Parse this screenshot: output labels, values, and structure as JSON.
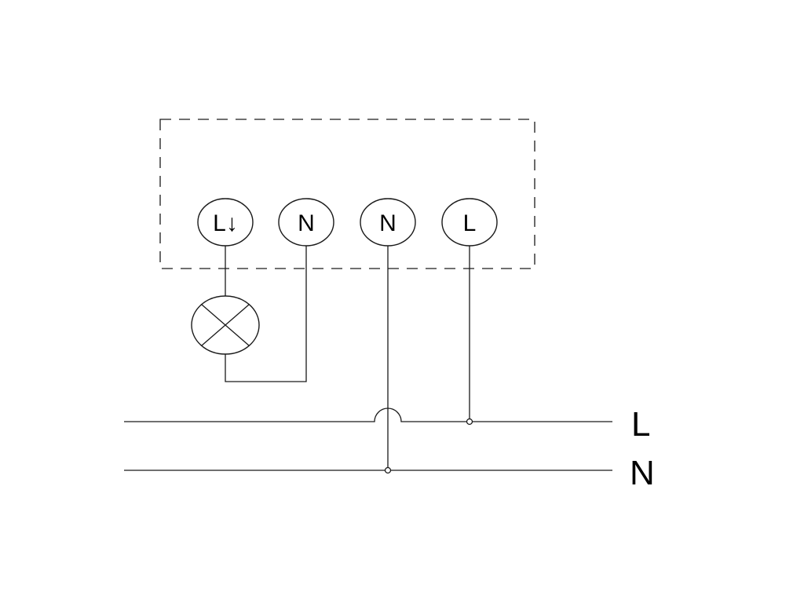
{
  "diagram": {
    "terminals": [
      {
        "id": "load",
        "label": "L↓"
      },
      {
        "id": "neutral-out",
        "label": "N"
      },
      {
        "id": "neutral-in",
        "label": "N"
      },
      {
        "id": "line-in",
        "label": "L"
      }
    ],
    "buses": [
      {
        "id": "line",
        "label": "L"
      },
      {
        "id": "neutral",
        "label": "N"
      }
    ],
    "lamp_symbol": "lamp-cross-icon",
    "stroke_color": "#1a1a1a"
  }
}
